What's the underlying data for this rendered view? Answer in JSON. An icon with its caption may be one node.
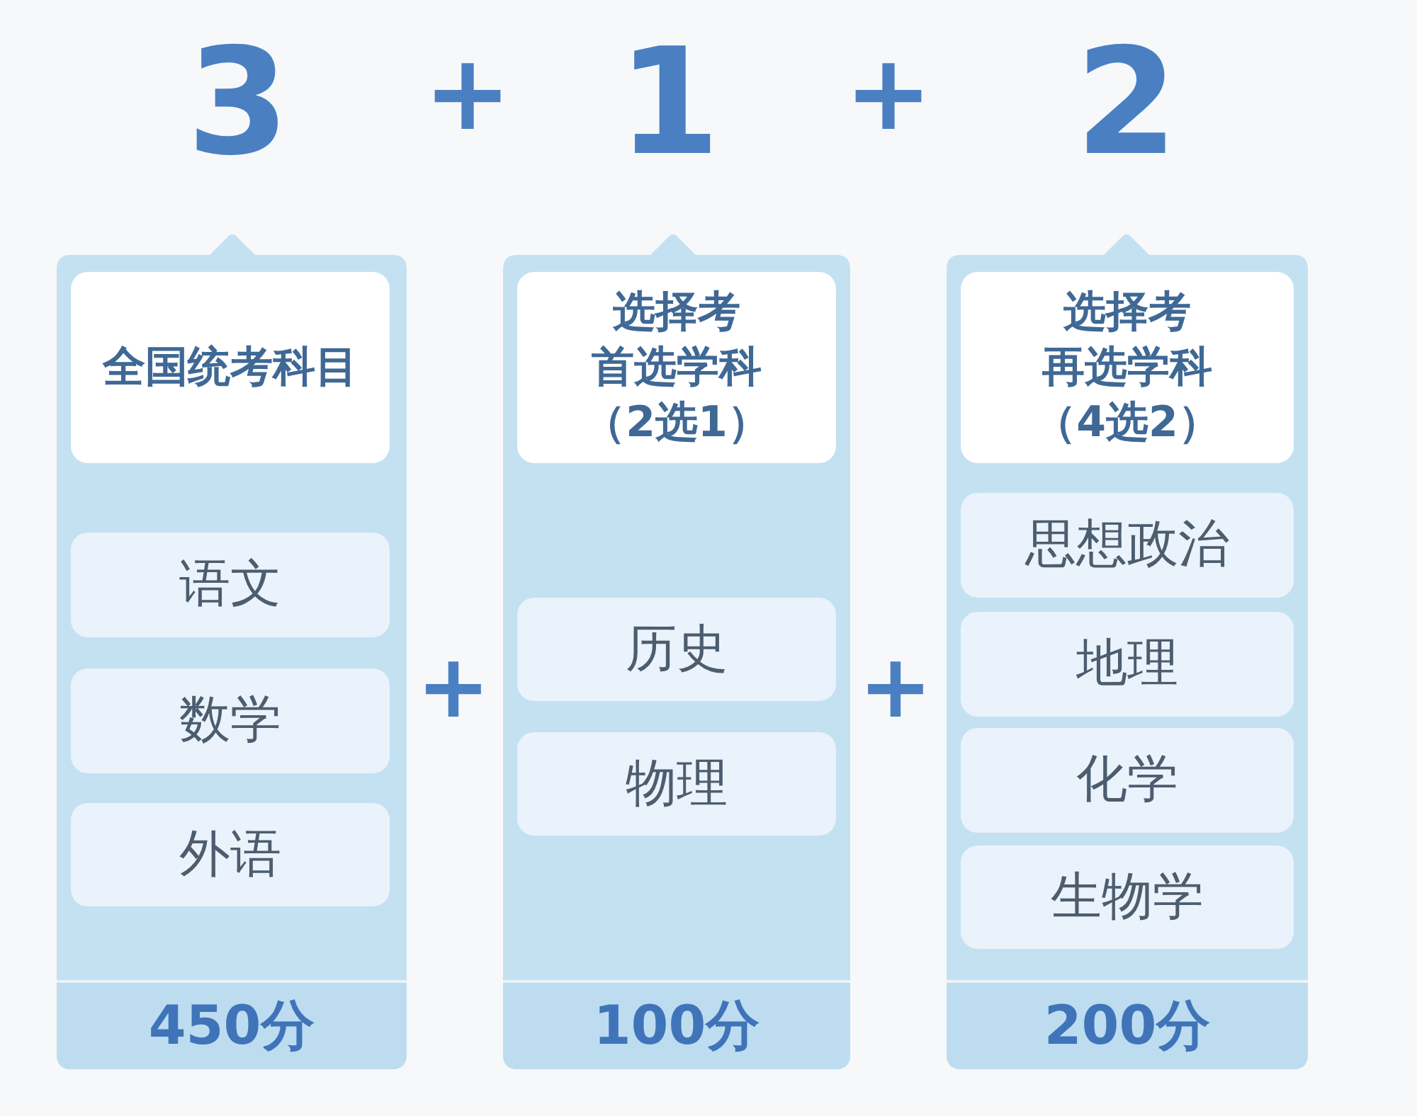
{
  "diagram": {
    "nodes": [
      {
        "text": [],
        "shape": "box"
      },
      {
        "text": [
          "全国统考科目"
        ],
        "in": 0
      },
      {
        "text": [
          "语文"
        ],
        "in": 0
      },
      {
        "text": [
          "数学"
        ],
        "in": 0
      },
      {
        "text": [
          "外语"
        ],
        "in": 0
      },
      {
        "text": [
          "450分"
        ],
        "in": 0
      },
      {
        "text": [],
        "shape": "box"
      },
      {
        "text": [
          "选择考首选学科（2选1）"
        ],
        "in": 6
      },
      {
        "text": [
          "历史"
        ],
        "in": 6
      },
      {
        "text": [
          "物理"
        ],
        "in": 6
      },
      {
        "text": [
          "100分"
        ],
        "in": 6
      },
      {
        "text": [],
        "shape": "box"
      },
      {
        "text": [
          "选择考再选学科（4选2）"
        ],
        "in": 11
      },
      {
        "text": [
          "思想政治"
        ],
        "in": 11
      },
      {
        "text": [
          "地理"
        ],
        "in": 11
      },
      {
        "text": [
          "化学"
        ],
        "in": 11
      },
      {
        "text": [
          "生物学"
        ],
        "in": 11
      },
      {
        "text": [
          "200分"
        ],
        "in": 11
      }
    ],
    "edges": [],
    "labels": [
      "3",
      "+",
      "1",
      "+",
      "2",
      "+",
      "+"
    ]
  }
}
